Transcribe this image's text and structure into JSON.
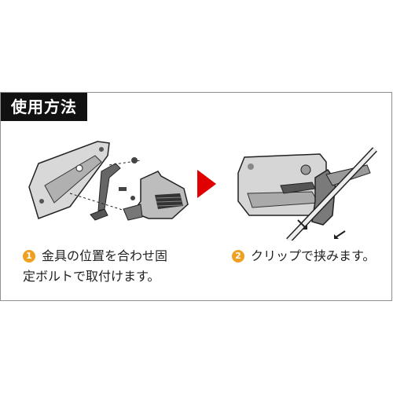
{
  "header": {
    "title": "使用方法"
  },
  "steps": [
    {
      "number": "1",
      "line1": "金具の位置を合わせ固",
      "line2": "定ボルトで取付けます。"
    },
    {
      "number": "2",
      "line1": "クリップで挟みます。"
    }
  ],
  "colors": {
    "header_bg": "#111111",
    "arrow": "#e00000",
    "step_badge": "#f0a020",
    "border": "#8f8f8f"
  },
  "icons": [
    "mounting-diagram-illustration",
    "right-arrow-icon",
    "clip-diagram-illustration"
  ]
}
